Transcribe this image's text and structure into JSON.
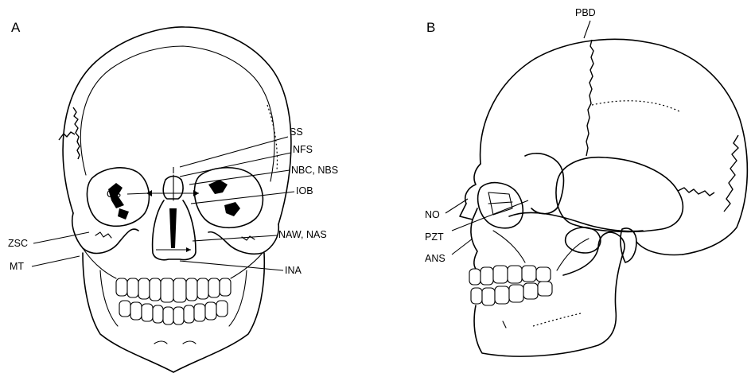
{
  "panels": {
    "a": {
      "letter": "A",
      "labels": {
        "ss": "SS",
        "nfs": "NFS",
        "nbc_nbs": "NBC, NBS",
        "iob": "IOB",
        "os": "OS",
        "zsc": "ZSC",
        "mt": "MT",
        "naw_nas": "NAW, NAS",
        "ina": "INA"
      }
    },
    "b": {
      "letter": "B",
      "labels": {
        "pbd": "PBD",
        "no": "NO",
        "pzt": "PZT",
        "ans": "ANS"
      }
    }
  }
}
